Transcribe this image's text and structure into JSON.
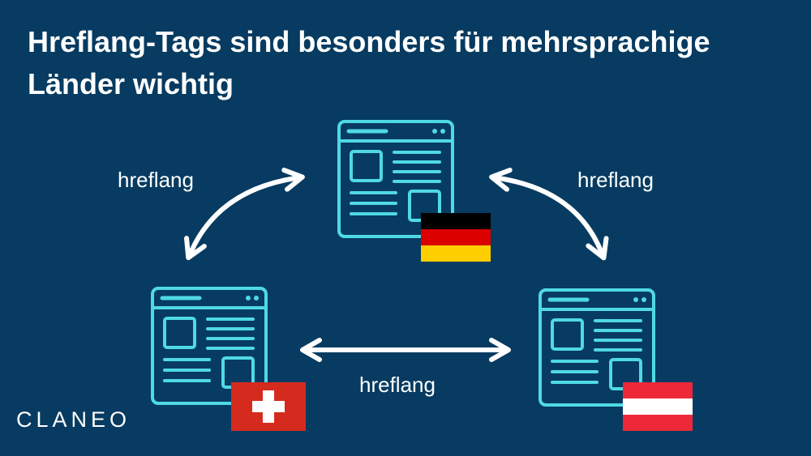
{
  "title": "Hreflang-Tags sind besonders für mehrsprachige Länder wichtig",
  "labels": {
    "top_left": "hreflang",
    "top_right": "hreflang",
    "bottom": "hreflang"
  },
  "logo": "CLANEO",
  "colors": {
    "background": "#073b61",
    "icon": "#4fd9e4",
    "arrow": "#ffffff"
  },
  "pages": [
    {
      "flag": "Germany"
    },
    {
      "flag": "Switzerland"
    },
    {
      "flag": "Austria"
    }
  ]
}
